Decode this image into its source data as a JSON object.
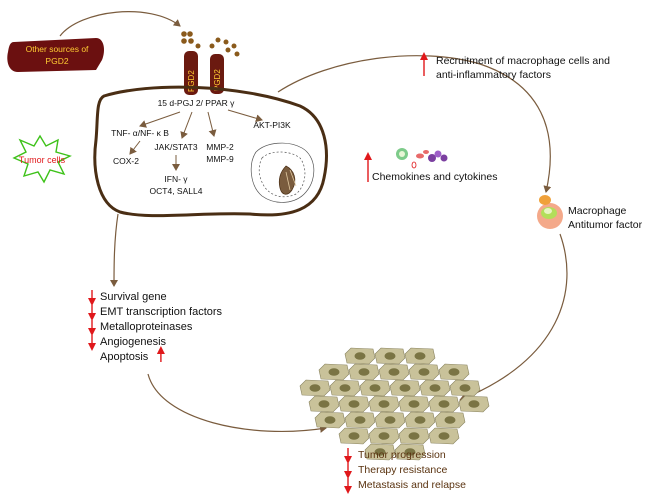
{
  "other_sources_label": "Other sources of PGD2",
  "receptor_labels": [
    "PGD2",
    "PGD2"
  ],
  "tumor_cells_label": "Tumor cells",
  "pathway": {
    "top": "15 d-PGJ 2/ PPAR γ",
    "tnf": "TNF- α/NF- κ B",
    "cox2": "COX-2",
    "jak": "JAK/STAT3",
    "ifn": "IFN- γ",
    "oct4": "OCT4, SALL4",
    "mmp2": "MMP-2",
    "mmp9": "MMP-9",
    "akt": "AKT-PI3K"
  },
  "recruitment": {
    "line1": "Recruitment of macrophage cells and",
    "line2": "anti-inflammatory factors"
  },
  "chemokines_label": "Chemokines and cytokines",
  "macrophage": {
    "line1": "Macrophage",
    "line2": "Antitumor factor"
  },
  "effects": [
    {
      "text": "Survival gene",
      "direction": "down"
    },
    {
      "text": "EMT transcription factors",
      "direction": "down"
    },
    {
      "text": "Metalloproteinases",
      "direction": "down"
    },
    {
      "text": "Angiogenesis",
      "direction": "down"
    },
    {
      "text": "Apoptosis",
      "direction": "up"
    }
  ],
  "outcomes": [
    {
      "text": "Tumor progression",
      "direction": "down"
    },
    {
      "text": "Therapy resistance",
      "direction": "down"
    },
    {
      "text": "Metastasis and relapse",
      "direction": "down"
    }
  ],
  "colors": {
    "cell_outline": "#4a2e14",
    "arrow_brown": "#7a5c3e",
    "receptor": "#6b1a10",
    "label_badge": "#6b1010",
    "badge_text": "#ffcc33",
    "red_arrow": "#e0181b",
    "tumor_label": "#e0181b",
    "star_outline": "#3ec21a",
    "tissue_fill": "#c9c29a",
    "tissue_nucleus": "#7a7444",
    "macrophage_outer": "#f4a98a",
    "macrophage_inner": "#b3de5a",
    "macrophage_top": "#f0a13a"
  }
}
